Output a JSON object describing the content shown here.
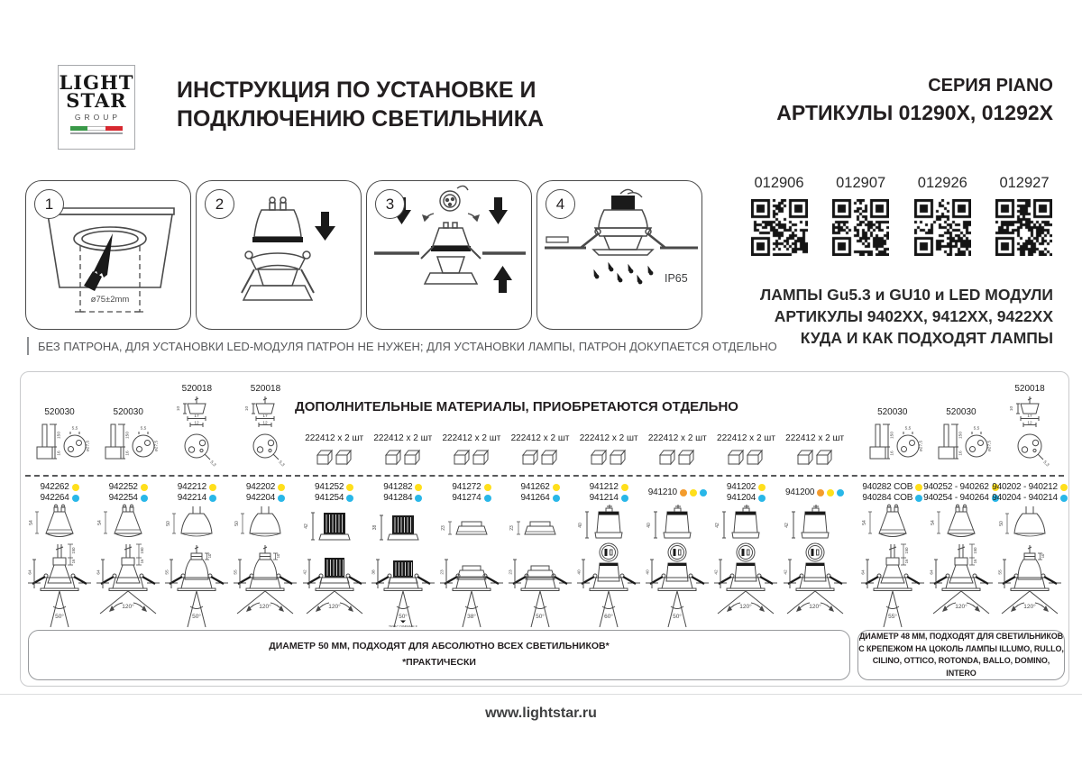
{
  "colors": {
    "yellow": "#ffdf1b",
    "blue": "#29b7e8",
    "orange": "#f39c2d",
    "flag_green": "#3a9948",
    "flag_red": "#d7282f"
  },
  "header": {
    "logo": {
      "line1": "LIGHT",
      "line2": "STAR",
      "line3": "GROUP"
    },
    "title_line1": "ИНСТРУКЦИЯ ПО УСТАНОВКЕ И",
    "title_line2": "ПОДКЛЮЧЕНИЮ СВЕТИЛЬНИКА",
    "series": "СЕРИЯ PIANO",
    "articles": "АРТИКУЛЫ 01290X, 01292X"
  },
  "steps": {
    "note": "БЕЗ ПАТРОНА, ДЛЯ УСТАНОВКИ LED-МОДУЛЯ ПАТРОН НЕ НУЖЕН; ДЛЯ УСТАНОВКИ ЛАМПЫ, ПАТРОН ДОКУПАЕТСЯ ОТДЕЛЬНО",
    "items": [
      {
        "num": "1",
        "label": "ø75±2mm"
      },
      {
        "num": "2"
      },
      {
        "num": "3"
      },
      {
        "num": "4",
        "label": "IP65"
      }
    ]
  },
  "qr": {
    "codes": [
      "012906",
      "012907",
      "012926",
      "012927"
    ],
    "lamp_lines": [
      "ЛАМПЫ Gu5.3 и GU10 и LED МОДУЛИ",
      "АРТИКУЛЫ 9402XX, 9412XX, 9422XX",
      "КУДА И КАК ПОДХОДЯТ ЛАМПЫ"
    ]
  },
  "table": {
    "title": "ДОПОЛНИТЕЛЬНЫЕ МАТЕРИАЛЫ, ПРИОБРЕТАЮТСЯ ОТДЕЛЬНО",
    "socket530_dims": {
      "h": "150",
      "base": "16",
      "pin": "5,5",
      "dia": "ø27,5"
    },
    "socket518_dims": {
      "h": "10",
      "w": "17",
      "inner": "12",
      "pin": "5,3"
    },
    "columns": [
      {
        "accessory": "520030",
        "acc_type": "socket530",
        "codes": [
          {
            "t": "942262",
            "d": [
              "yellow"
            ]
          },
          {
            "t": "942264",
            "d": [
              "blue"
            ]
          }
        ],
        "lamp": "spot",
        "h": "54",
        "beam": "50°",
        "depth": "64",
        "stem": [
          "150",
          "16"
        ]
      },
      {
        "accessory": "520030",
        "acc_type": "socket530",
        "codes": [
          {
            "t": "942252",
            "d": [
              "yellow"
            ]
          },
          {
            "t": "942254",
            "d": [
              "blue"
            ]
          }
        ],
        "lamp": "spot",
        "h": "54",
        "beam": "120°",
        "depth": "64",
        "stem": [
          "150",
          "16"
        ]
      },
      {
        "accessory": "520018",
        "acc_type": "socket518",
        "codes": [
          {
            "t": "942212",
            "d": [
              "yellow"
            ]
          },
          {
            "t": "942214",
            "d": [
              "blue"
            ]
          }
        ],
        "lamp": "mr16",
        "h": "50",
        "beam": "50°",
        "depth": "55",
        "stem": [
          "10"
        ]
      },
      {
        "accessory": "520018",
        "acc_type": "socket518",
        "codes": [
          {
            "t": "942202",
            "d": [
              "yellow"
            ]
          },
          {
            "t": "942204",
            "d": [
              "blue"
            ]
          }
        ],
        "lamp": "mr16",
        "h": "50",
        "beam": "120°",
        "depth": "55",
        "stem": [
          "10"
        ]
      },
      {
        "accessory": "222412 x 2 шт",
        "acc_type": "clips",
        "codes": [
          {
            "t": "941252",
            "d": [
              "yellow"
            ]
          },
          {
            "t": "941254",
            "d": [
              "blue"
            ]
          }
        ],
        "lamp": "ledDark",
        "h": "42",
        "beam": "120°",
        "depth": "42"
      },
      {
        "accessory": "222412 x 2 шт",
        "acc_type": "clips",
        "codes": [
          {
            "t": "941282",
            "d": [
              "yellow"
            ]
          },
          {
            "t": "941284",
            "d": [
              "blue"
            ]
          }
        ],
        "lamp": "ledDark",
        "h": "38",
        "beam": "50°",
        "depth": "38",
        "note": "TRIAC DIMMABLE"
      },
      {
        "accessory": "222412 x 2 шт",
        "acc_type": "clips",
        "codes": [
          {
            "t": "941272",
            "d": [
              "yellow"
            ]
          },
          {
            "t": "941274",
            "d": [
              "blue"
            ]
          }
        ],
        "lamp": "ledFlat",
        "h": "23",
        "beam": "38°",
        "depth": "23"
      },
      {
        "accessory": "222412 x 2 шт",
        "acc_type": "clips",
        "codes": [
          {
            "t": "941262",
            "d": [
              "yellow"
            ]
          },
          {
            "t": "941264",
            "d": [
              "blue"
            ]
          }
        ],
        "lamp": "ledFlat",
        "h": "23",
        "beam": "50°",
        "depth": "23"
      },
      {
        "accessory": "222412 x 2 шт",
        "acc_type": "clips",
        "codes": [
          {
            "t": "941212",
            "d": [
              "yellow"
            ]
          },
          {
            "t": "941214",
            "d": [
              "blue"
            ]
          }
        ],
        "lamp": "ledRound",
        "h": "40",
        "beam": "60°",
        "depth": "40"
      },
      {
        "accessory": "222412 x 2 шт",
        "acc_type": "clips",
        "codes": [
          {
            "t": "941210",
            "d": [
              "orange",
              "yellow",
              "blue"
            ]
          }
        ],
        "lamp": "ledRound",
        "h": "40",
        "beam": "50°",
        "depth": "40"
      },
      {
        "accessory": "222412 x 2 шт",
        "acc_type": "clips",
        "codes": [
          {
            "t": "941202",
            "d": [
              "yellow"
            ]
          },
          {
            "t": "941204",
            "d": [
              "blue"
            ]
          }
        ],
        "lamp": "ledRound",
        "h": "42",
        "beam": "120°",
        "depth": "42"
      },
      {
        "accessory": "222412 x 2 шт",
        "acc_type": "clips",
        "codes": [
          {
            "t": "941200",
            "d": [
              "orange",
              "yellow",
              "blue"
            ]
          }
        ],
        "lamp": "ledRound",
        "h": "42",
        "beam": "120°",
        "depth": "42"
      },
      {
        "accessory": "520030",
        "acc_type": "socket530",
        "codes": [
          {
            "t": "940282 COB",
            "d": [
              "yellow"
            ]
          },
          {
            "t": "940284 COB",
            "d": [
              "blue"
            ]
          }
        ],
        "lamp": "spot",
        "h": "54",
        "beam": "55°",
        "depth": "64",
        "stem": [
          "150",
          "16"
        ]
      },
      {
        "accessory": "520030",
        "acc_type": "socket530",
        "codes": [
          {
            "t": "940252 - 940262",
            "d": [
              "yellow"
            ]
          },
          {
            "t": "940254 - 940264",
            "d": [
              "blue"
            ]
          }
        ],
        "lamp": "spot",
        "h": "54",
        "beam": "120°",
        "depth": "64",
        "stem": [
          "150",
          "16"
        ]
      },
      {
        "accessory": "520018",
        "acc_type": "socket518",
        "codes": [
          {
            "t": "940202 - 940212",
            "d": [
              "yellow"
            ]
          },
          {
            "t": "940204 - 940214",
            "d": [
              "blue"
            ]
          }
        ],
        "lamp": "mr16",
        "h": "50",
        "beam": "120°",
        "depth": "55",
        "stem": [
          "10"
        ]
      }
    ],
    "caption_left_1": "ДИАМЕТР 50 ММ, ПОДХОДЯТ ДЛЯ АБСОЛЮТНО ВСЕХ СВЕТИЛЬНИКОВ*",
    "caption_left_2": "*ПРАКТИЧЕСКИ",
    "caption_right_1": "ДИАМЕТР 48 ММ, ПОДХОДЯТ ДЛЯ СВЕТИЛЬНИКОВ",
    "caption_right_2": "С КРЕПЕЖОМ НА ЦОКОЛЬ ЛАМПЫ ILLUMO, RULLO,",
    "caption_right_3": "CILINO, OTTICO, ROTONDA, BALLO, DOMINO, INTERO"
  },
  "footer": {
    "url": "www.lightstar.ru"
  }
}
